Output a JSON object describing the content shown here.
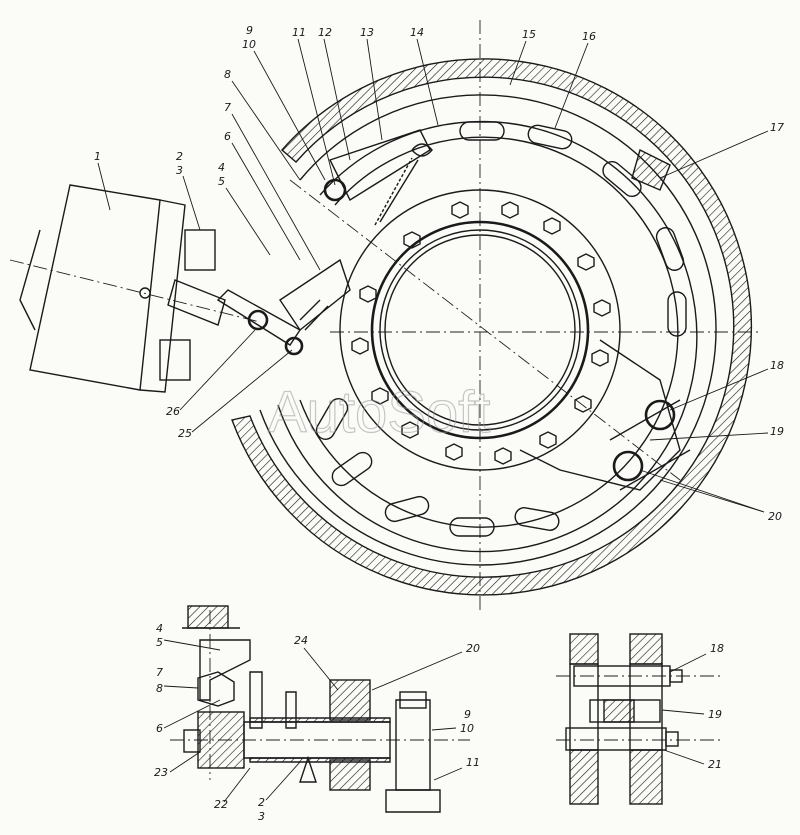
{
  "watermark": "AutoSoft",
  "colors": {
    "ink": "#1a1a1a",
    "paper": "#fbfbf8",
    "watermark": "#9a9a9a"
  },
  "callouts": {
    "c1": "1",
    "c2": "2",
    "c3": "3",
    "c4": "4",
    "c5": "5",
    "c6": "6",
    "c7": "7",
    "c8": "8",
    "c9": "9",
    "c10": "10",
    "c11": "11",
    "c12": "12",
    "c13": "13",
    "c14": "14",
    "c15": "15",
    "c16": "16",
    "c17": "17",
    "c18": "18",
    "c19": "19",
    "c20": "20",
    "c25": "25",
    "c26": "26"
  },
  "detail_left": {
    "c4": "4",
    "c5": "5",
    "c7": "7",
    "c8": "8",
    "c6": "6",
    "c23": "23",
    "c22": "22",
    "c2": "2",
    "c3": "3",
    "c24": "24",
    "c20": "20",
    "c9": "9",
    "c10": "10",
    "c11": "11"
  },
  "detail_right": {
    "c18": "18",
    "c19": "19",
    "c21": "21"
  }
}
